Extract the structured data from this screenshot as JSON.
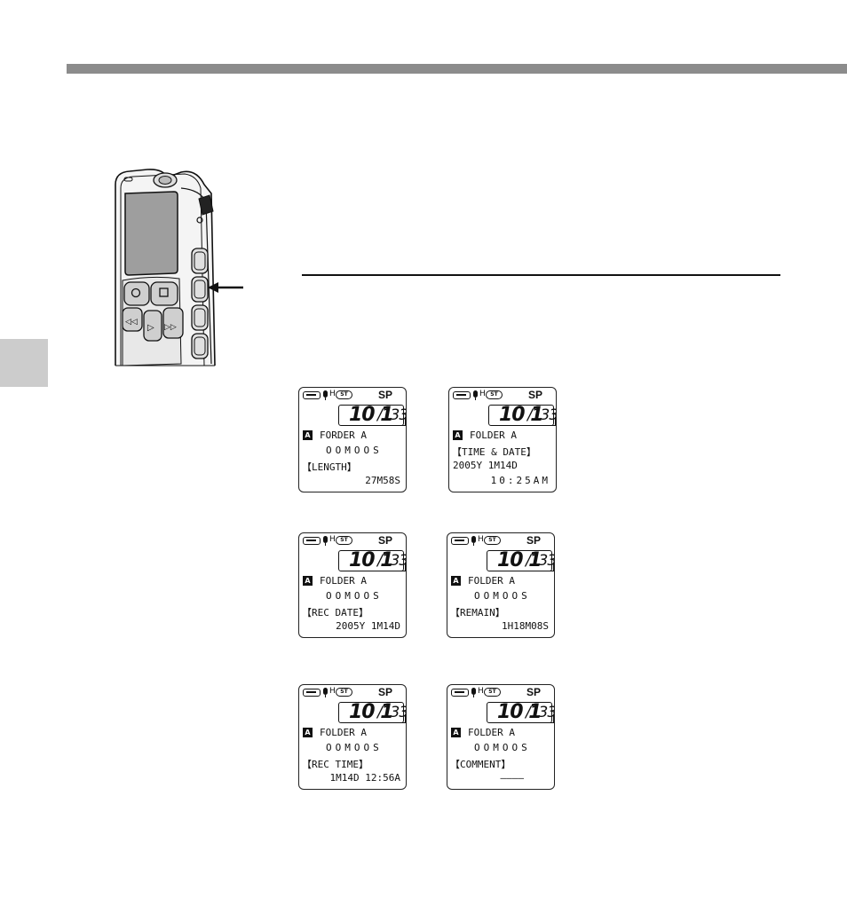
{
  "icons": {
    "battery": "battery-icon",
    "microphone": "microphone-icon",
    "folder": "folder-a-icon",
    "arrow": "arrow-left-icon"
  },
  "colors": {
    "header_rule": "#8c8c8c",
    "side_tab": "#cccccc"
  },
  "screens": [
    {
      "hq": "H",
      "stereo": "ST",
      "mode": "SP",
      "current_file": "10 1",
      "total_files": "/133",
      "folder_letter": "A",
      "folder_name": "FORDER A",
      "file_name": "OOMOOS",
      "label": "【LENGTH】",
      "value": "27M58S"
    },
    {
      "hq": "H",
      "stereo": "ST",
      "mode": "SP",
      "current_file": "10 1",
      "total_files": "/133",
      "folder_letter": "A",
      "folder_name": "FOLDER A",
      "label": "【TIME & DATE】",
      "date": "2005Y 1M14D",
      "time": "10:25AM"
    },
    {
      "hq": "H",
      "stereo": "ST",
      "mode": "SP",
      "current_file": "10 1",
      "total_files": "/133",
      "folder_letter": "A",
      "folder_name": "FOLDER A",
      "file_name": "OOMOOS",
      "label": "【REC DATE】",
      "value": "2005Y 1M14D"
    },
    {
      "hq": "H",
      "stereo": "ST",
      "mode": "SP",
      "current_file": "10 1",
      "total_files": "/133",
      "folder_letter": "A",
      "folder_name": "FOLDER A",
      "file_name": "OOMOOS",
      "label": "【REMAIN】",
      "value": "1H18M08S"
    },
    {
      "hq": "H",
      "stereo": "ST",
      "mode": "SP",
      "current_file": "10 1",
      "total_files": "/133",
      "folder_letter": "A",
      "folder_name": "FOLDER A",
      "file_name": "OOMOOS",
      "label": "【REC TIME】",
      "value": "1M14D 12:56A"
    },
    {
      "hq": "H",
      "stereo": "ST",
      "mode": "SP",
      "current_file": "10 1",
      "total_files": "/133",
      "folder_letter": "A",
      "folder_name": "FOLDER A",
      "file_name": "OOMOOS",
      "label": "【COMMENT】",
      "value": "————"
    }
  ]
}
